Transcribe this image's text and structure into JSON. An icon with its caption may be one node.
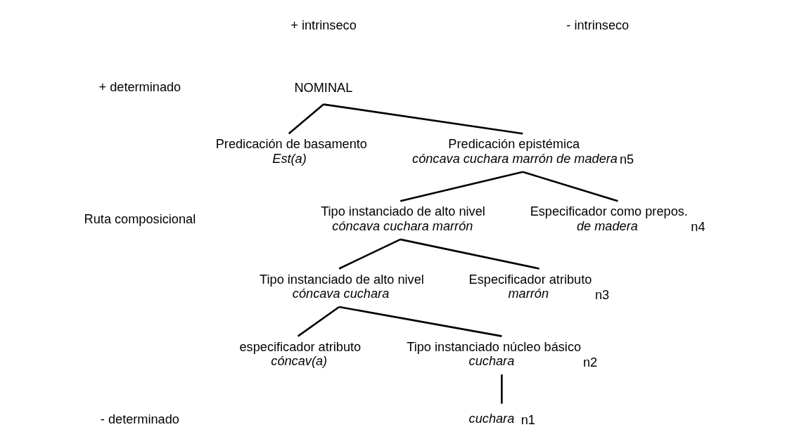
{
  "diagram": {
    "nodes": [
      {
        "text": [
          "NOMINAL"
        ]
      },
      {
        "text": [
          "Predicación de basamento",
          "Est(a)"
        ]
      },
      {
        "text": [
          "Predicación epistémica",
          "cóncava cuchara marrón de madera"
        ],
        "beside": [
          "n5"
        ]
      },
      {
        "text": [
          "Tipo instanciado de alto nivel",
          "cóncava cuchara marrón"
        ]
      },
      {
        "text": [
          "Especificador como prepos.",
          "de madera"
        ],
        "beside": [
          "n4"
        ]
      },
      {
        "text": [
          "Tipo instanciado de alto nivel",
          "cóncava cuchara"
        ]
      },
      {
        "text": [
          "Especificador atributo",
          "marrón"
        ],
        "beside": [
          "n3"
        ]
      },
      {
        "text": [
          "especificador atributo",
          "cóncav(a)"
        ]
      },
      {
        "text": [
          "Tipo instanciado núcleo básico",
          "cuchara"
        ],
        "beside": [
          "n2"
        ]
      },
      {
        "text": [
          "cuchara"
        ],
        "beside": [
          "n1"
        ]
      }
    ],
    "edges": [
      {
        "from": 0,
        "to": 1,
        "arrow": "none"
      },
      {
        "from": 0,
        "to": 2,
        "arrow": "none"
      },
      {
        "from": 2,
        "to": 3,
        "arrow": "none"
      },
      {
        "from": 2,
        "to": 4,
        "arrow": "none"
      },
      {
        "from": 3,
        "to": 5,
        "arrow": "none"
      },
      {
        "from": 3,
        "to": 6,
        "arrow": "none"
      },
      {
        "from": 5,
        "to": 7,
        "arrow": "none"
      },
      {
        "from": 5,
        "to": 8,
        "arrow": "none"
      },
      {
        "from": 8,
        "to": 9,
        "arrow": "none"
      }
    ],
    "labels": [
      "+ intrinseco",
      "- intrinseco",
      "+ determinado",
      "Ruta composicional",
      "- determinado"
    ]
  }
}
